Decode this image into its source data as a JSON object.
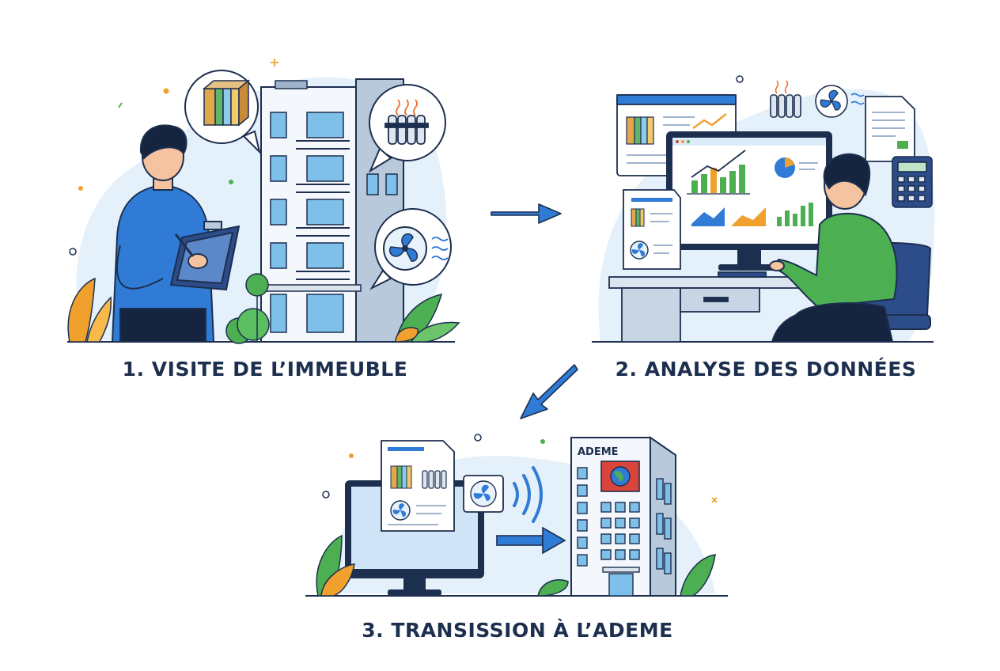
{
  "steps": [
    {
      "number": "1.",
      "label": "VISITE DE L’IMMEUBLE"
    },
    {
      "number": "2.",
      "label": "ANALYSE DES DONNÉES"
    },
    {
      "number": "3.",
      "label": "TRANSISSION À L’ADEME"
    }
  ],
  "ademe_sign": "ADEME",
  "colors": {
    "navy": "#1d2f4f",
    "blue": "#2f7bd6",
    "light_blue": "#dcebf8",
    "green": "#4cb052",
    "orange": "#f0a02c",
    "red": "#d9453a"
  },
  "icons": [
    "insulation-layers-icon",
    "radiator-icon",
    "ventilation-fan-icon",
    "clipboard-icon",
    "bar-chart-icon",
    "pie-chart-icon",
    "calculator-icon",
    "document-icon",
    "signal-waves-icon",
    "globe-icon",
    "arrow-icon"
  ]
}
